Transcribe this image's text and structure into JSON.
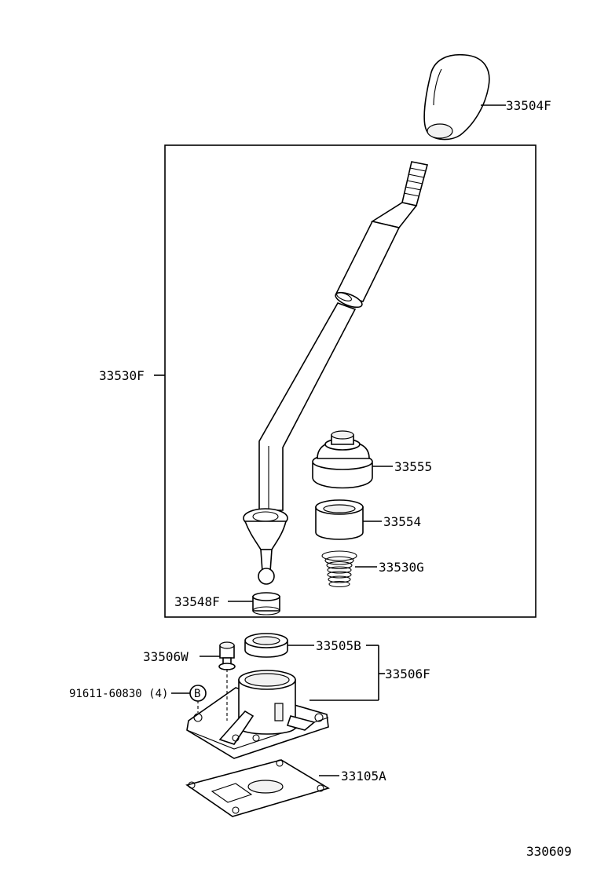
{
  "diagram": {
    "figure_number": "330609",
    "parts": {
      "knob": "33504F",
      "lever": "33530F",
      "boot_retainer": "33555",
      "bushing": "33554",
      "spring": "33530G",
      "seat": "33548F",
      "stopper_pin": "33506W",
      "retainer_ring": "33505B",
      "housing_assy": "33506F",
      "bolt": "91611-60830 (4)",
      "bolt_marker": "B",
      "gasket": "33105A"
    }
  }
}
